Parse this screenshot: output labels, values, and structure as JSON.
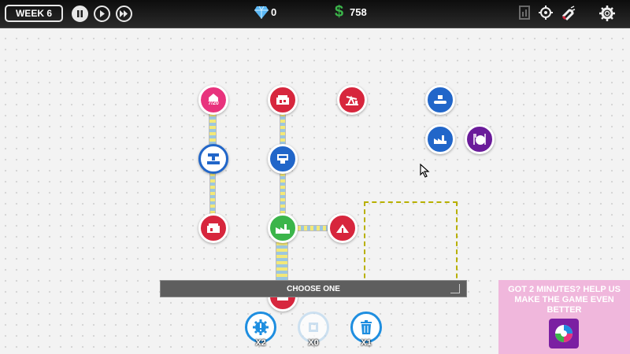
{
  "header": {
    "week_label": "WEEK 6",
    "gems": "0",
    "money_symbol": "$",
    "money": "758",
    "controls": [
      "pause-icon",
      "play-icon",
      "fast-forward-icon"
    ],
    "right_icons": [
      "stats-icon",
      "target-icon",
      "magnet-icon",
      "settings-icon"
    ]
  },
  "board": {
    "nodes": [
      {
        "name": "house-node-1",
        "icon": "house-icon",
        "color": "#e8337d",
        "count": "7/20"
      },
      {
        "name": "shop-node-1",
        "icon": "shop-icon",
        "color": "#d7263d"
      },
      {
        "name": "oil-pump-node",
        "icon": "oil-pump-icon",
        "color": "#d7263d"
      },
      {
        "name": "conveyor-node",
        "icon": "conveyor-icon",
        "color": "#2166c9"
      },
      {
        "name": "factory-node-1",
        "icon": "factory-icon",
        "color": "#2166c9"
      },
      {
        "name": "restaurant-node",
        "icon": "fork-knife-icon",
        "color": "#6a1b9a"
      },
      {
        "name": "press-node",
        "icon": "press-icon",
        "color": "#2166c9"
      },
      {
        "name": "machine-node",
        "icon": "machine-icon",
        "color": "#2166c9"
      },
      {
        "name": "shop-node-2",
        "icon": "shop-icon",
        "color": "#d7263d"
      },
      {
        "name": "factory-node-2",
        "icon": "factory-icon",
        "color": "#3bb54a"
      },
      {
        "name": "tent-node",
        "icon": "tent-icon",
        "color": "#d7263d"
      },
      {
        "name": "house-node-2",
        "icon": "house-icon",
        "color": "#d7263d"
      }
    ]
  },
  "choose_bar": {
    "label": "CHOOSE ONE"
  },
  "tools": [
    {
      "name": "upgrade-tool",
      "icon": "gear-upgrade-icon",
      "count": "X2"
    },
    {
      "name": "locked-tool",
      "icon": "box-icon",
      "count": "X0"
    },
    {
      "name": "delete-tool",
      "icon": "trash-icon",
      "count": "X1"
    }
  ],
  "promo": {
    "text": "GOT 2 MINUTES? HELP US MAKE THE GAME EVEN BETTER",
    "icon": "survey-icon"
  },
  "colors": {
    "accent": "#1e8ee0",
    "money": "#3bb54a",
    "gem": "#5bb8f5",
    "promo_bg": "#f0b7dc"
  }
}
